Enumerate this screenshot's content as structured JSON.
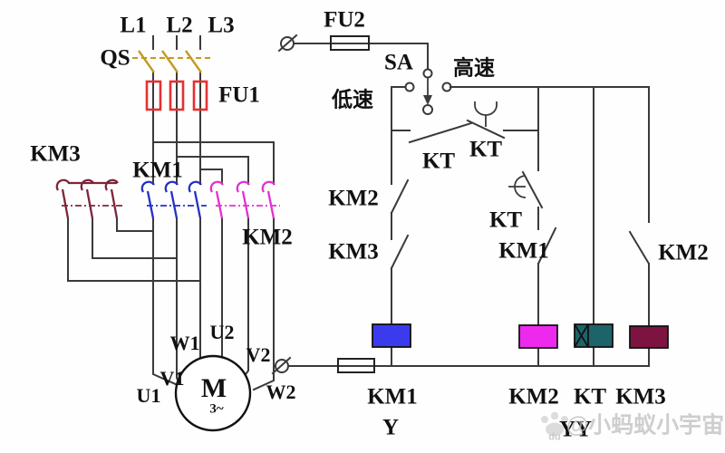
{
  "colors": {
    "wire": "#3a3a3a",
    "blade": "#c49a22",
    "fuse_box": "#e63030",
    "km1": "#2531c4",
    "km2": "#e231d2",
    "km3": "#7e2538",
    "coil_km1": "#3b3bee",
    "coil_km2": "#ee29ee",
    "coil_kt": "#1c646a",
    "coil_km3": "#7c1340",
    "text": "#111111",
    "watermark": "#bfbfbf"
  },
  "power": {
    "phases": [
      "L1",
      "L2",
      "L3"
    ],
    "isolator_label": "QS",
    "main_fuse_label": "FU1",
    "km3_label": "KM3",
    "km1_label": "KM1",
    "km2_label": "KM2",
    "terminals": {
      "u1": "U1",
      "v1": "V1",
      "w1": "W1",
      "u2": "U2",
      "v2": "V2",
      "w2": "W2"
    },
    "motor": {
      "symbol": "M",
      "phase_mark": "3~"
    }
  },
  "control": {
    "fuse_label": "FU2",
    "selector_label": "SA",
    "low_speed_label": "低速",
    "high_speed_label": "高速",
    "kt_contact_label": "KT",
    "kt_delay_nc_label": "KT",
    "km2_nc_label": "KM2",
    "km3_nc_label": "KM3",
    "kt_delay_no_label": "KT",
    "km1_no_label": "KM1",
    "km2_nc_right_label": "KM2"
  },
  "coils": {
    "km1_label": "KM1",
    "km1_note": "Y",
    "km2_label": "KM2",
    "kt_label": "KT",
    "km3_label": "KM3",
    "yy_note": "YY"
  },
  "watermark": {
    "text": "@小蚂蚁小宇宙",
    "badge": "du"
  }
}
